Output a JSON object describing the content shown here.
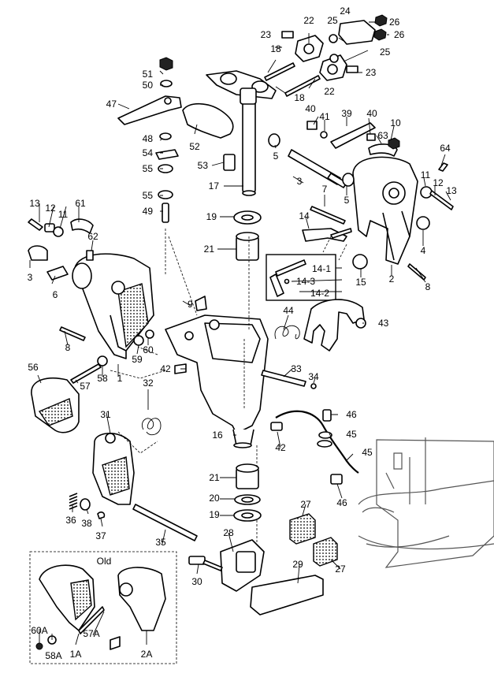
{
  "diagram": {
    "inset_title": "Old",
    "part_numbers": [
      "51",
      "50",
      "47",
      "48",
      "54",
      "55",
      "55",
      "49",
      "53",
      "52",
      "17",
      "18",
      "22",
      "23",
      "25",
      "24",
      "26",
      "26",
      "25",
      "23",
      "18",
      "22",
      "40",
      "41",
      "39",
      "40",
      "63",
      "10",
      "64",
      "11",
      "12",
      "13",
      "4",
      "8",
      "2",
      "15",
      "5",
      "5",
      "3",
      "7",
      "14",
      "19",
      "21",
      "14-1",
      "14-3",
      "14-2",
      "44",
      "43",
      "9",
      "60",
      "59",
      "42",
      "33",
      "34",
      "46",
      "45",
      "45",
      "42",
      "46",
      "13",
      "12",
      "11",
      "61",
      "62",
      "3",
      "6",
      "8",
      "1",
      "58",
      "57",
      "56",
      "32",
      "31",
      "16",
      "21",
      "20",
      "19",
      "36",
      "38",
      "37",
      "35",
      "28",
      "30",
      "29",
      "27",
      "27",
      "60A",
      "58A",
      "1A",
      "57A",
      "2A"
    ]
  }
}
